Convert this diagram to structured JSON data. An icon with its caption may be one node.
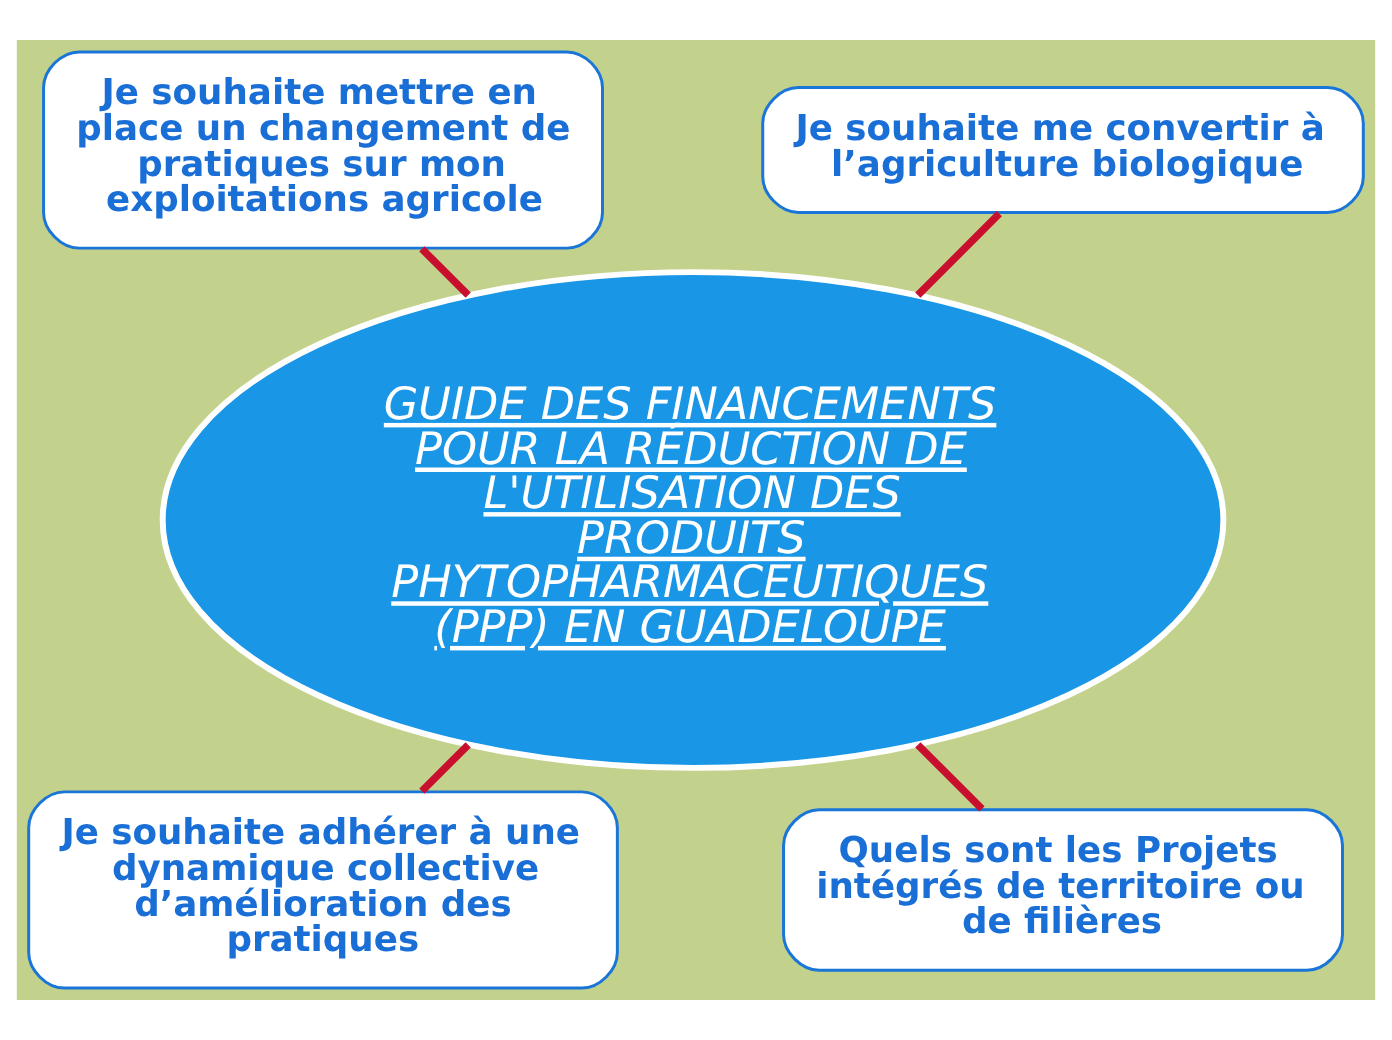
{
  "diagram": {
    "nodes": [
      {
        "text": [
          "GUIDE DES FINANCEMENTS POUR LA RÉDUCTION DE L'UTILISATION DES PRODUITS PHYTOPHARMACEUTIQUES (PPP) EN GUADELOUPE"
        ]
      },
      {
        "text": [
          "Je souhaite me convertir à l’agriculture biologique"
        ]
      },
      {
        "text": [
          "Je souhaite mettre en place un changement de pratiques sur mon exploitations agricole"
        ]
      },
      {
        "text": [
          "Je souhaite adhérer à une dynamique collective d’amélioration des pratiques"
        ]
      },
      {
        "text": [
          "Quels sont les Projets intégrés de territoire ou de filières"
        ]
      }
    ],
    "edges": [
      {
        "from": 0,
        "to": 1,
        "arrow": "none"
      },
      {
        "from": 0,
        "to": 2,
        "arrow": "none"
      },
      {
        "from": 0,
        "to": 3,
        "arrow": "none"
      },
      {
        "from": 0,
        "to": 4,
        "arrow": "none"
      }
    ]
  }
}
